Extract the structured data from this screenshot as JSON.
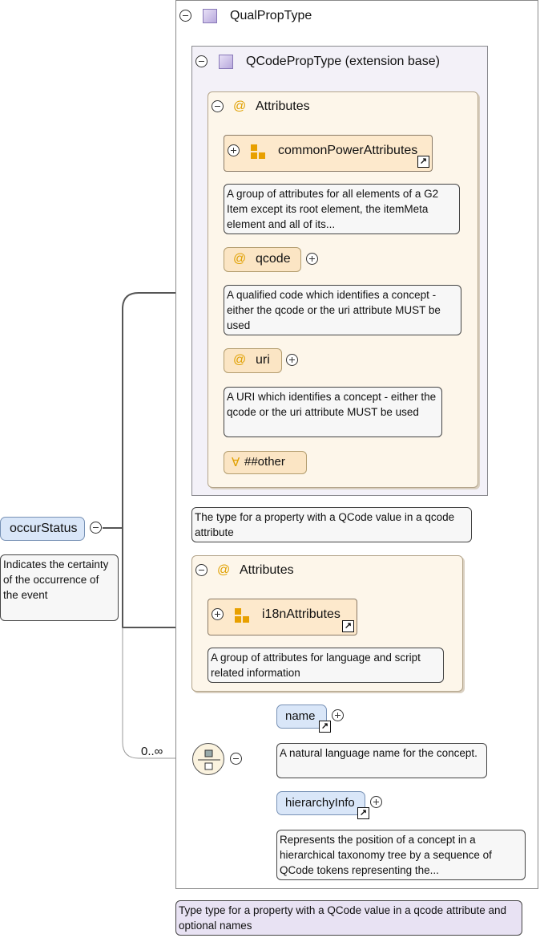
{
  "root": {
    "type_name": "QualPropType",
    "type_doc": "Type type for a property with a QCode value in a qcode attribute and optional names"
  },
  "extension": {
    "label": "QCodePropType (extension base)",
    "doc": "The type for a property with a QCode value in a qcode attribute",
    "attributes_label": "Attributes",
    "common_power": {
      "label": "commonPowerAttributes",
      "doc": "A group of attributes for all elements of a G2 Item except its root element, the itemMeta element and all of its..."
    },
    "qcode": {
      "label": "qcode",
      "doc": "A qualified code which identifies a concept - either the qcode or the uri attribute MUST be used"
    },
    "uri": {
      "label": "uri",
      "doc": "A URI which identifies a concept - either the qcode or the uri attribute MUST be used"
    },
    "any_attr": "##other",
    "any_symbol": "∀"
  },
  "attributes2": {
    "label": "Attributes",
    "i18n": {
      "label": "i18nAttributes",
      "doc": "A group of attributes for language and script related information"
    }
  },
  "occur_status": {
    "label": "occurStatus",
    "doc": "Indicates the certainty of the occurrence of the event"
  },
  "sequence": {
    "cardinality": "0..∞",
    "name": {
      "label": "name",
      "doc": "A natural language name for the concept."
    },
    "hierarchy": {
      "label": "hierarchyInfo",
      "doc": "Represents the position of a concept in a hierarchical taxonomy tree by a sequence of QCode tokens representing the..."
    }
  },
  "colors": {
    "element_fill": "#d9e6f8",
    "attribute_fill": "#fbe5c4",
    "attributes_bg": "#fdf6ea",
    "type_fill": "#e8e2f3",
    "at_symbol": "#e0a000"
  }
}
